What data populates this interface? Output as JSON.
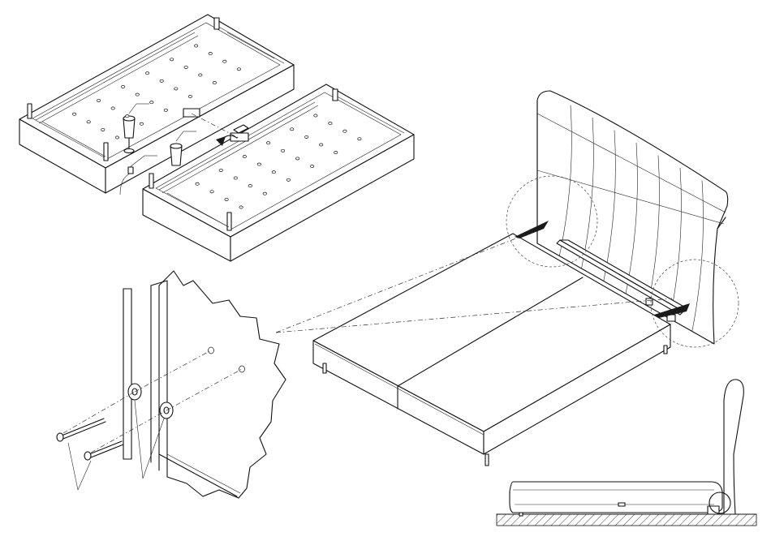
{
  "figure": {
    "panels": [
      "base-halves-connection",
      "headboard-bolt-detail",
      "assembled-bed-headboard",
      "side-profile-floor"
    ]
  }
}
